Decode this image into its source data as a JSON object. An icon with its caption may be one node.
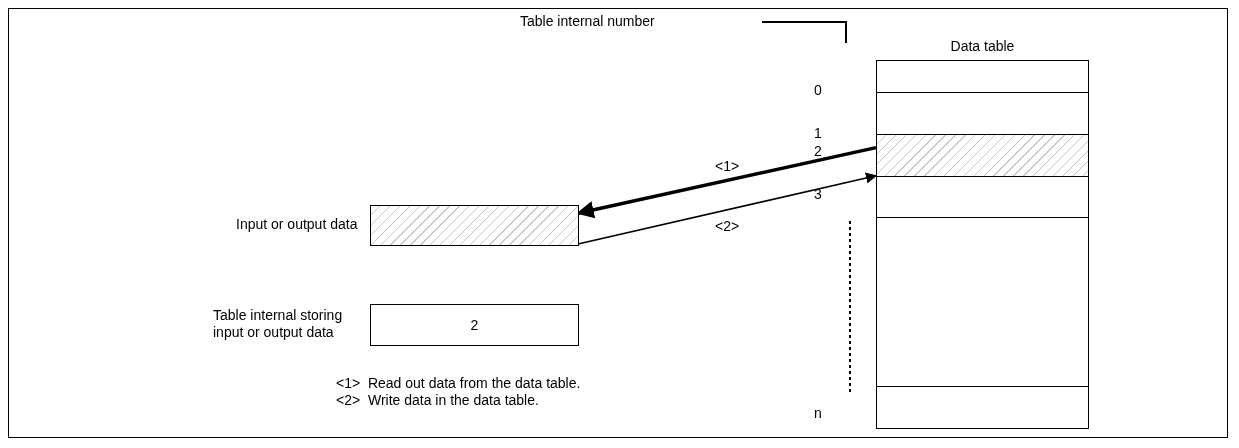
{
  "diagram": {
    "nodes": [
      {
        "text": [
          "Data table"
        ]
      },
      {
        "text": [],
        "shape": "box",
        "in": 0
      },
      {
        "text": [],
        "shape": "box",
        "in": 0
      },
      {
        "text": [],
        "shape": "box",
        "in": 0
      },
      {
        "text": [],
        "shape": "box",
        "in": 0
      },
      {
        "text": [],
        "shape": "box",
        "in": 0
      },
      {
        "text": [],
        "shape": "box",
        "in": 0
      },
      {
        "text": [],
        "shape": "box",
        "beside": [
          "Input or output data"
        ]
      },
      {
        "text": [
          "2"
        ],
        "beside": [
          "Table internal storing input or output data"
        ]
      }
    ],
    "edges": [
      {
        "from": 3,
        "to": 7,
        "arrow": "to",
        "label": "<1>",
        "style": "thick"
      },
      {
        "from": 7,
        "to": 3,
        "arrow": "to",
        "label": "<2>"
      }
    ],
    "labels": [
      "Table internal number",
      "0",
      "1",
      "2",
      "3",
      "n",
      "<1>  Read out data from the data table.",
      "<2>  Write data in the data table."
    ]
  }
}
